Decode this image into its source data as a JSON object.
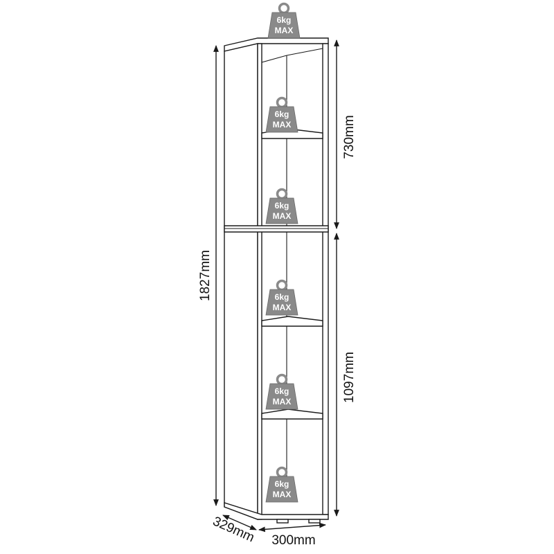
{
  "dimensions": {
    "total_height": "1827mm",
    "upper_height": "730mm",
    "lower_height": "1097mm",
    "depth": "329mm",
    "width": "300mm"
  },
  "weight_limits": [
    {
      "line1": "6kg",
      "line2": "MAX"
    },
    {
      "line1": "6kg",
      "line2": "MAX"
    },
    {
      "line1": "6kg",
      "line2": "MAX"
    },
    {
      "line1": "6kg",
      "line2": "MAX"
    },
    {
      "line1": "6kg",
      "line2": "MAX"
    },
    {
      "line1": "6kg",
      "line2": "MAX"
    }
  ],
  "colors": {
    "weight_fill": "#8a8a8a",
    "line": "#1a1a1a"
  }
}
